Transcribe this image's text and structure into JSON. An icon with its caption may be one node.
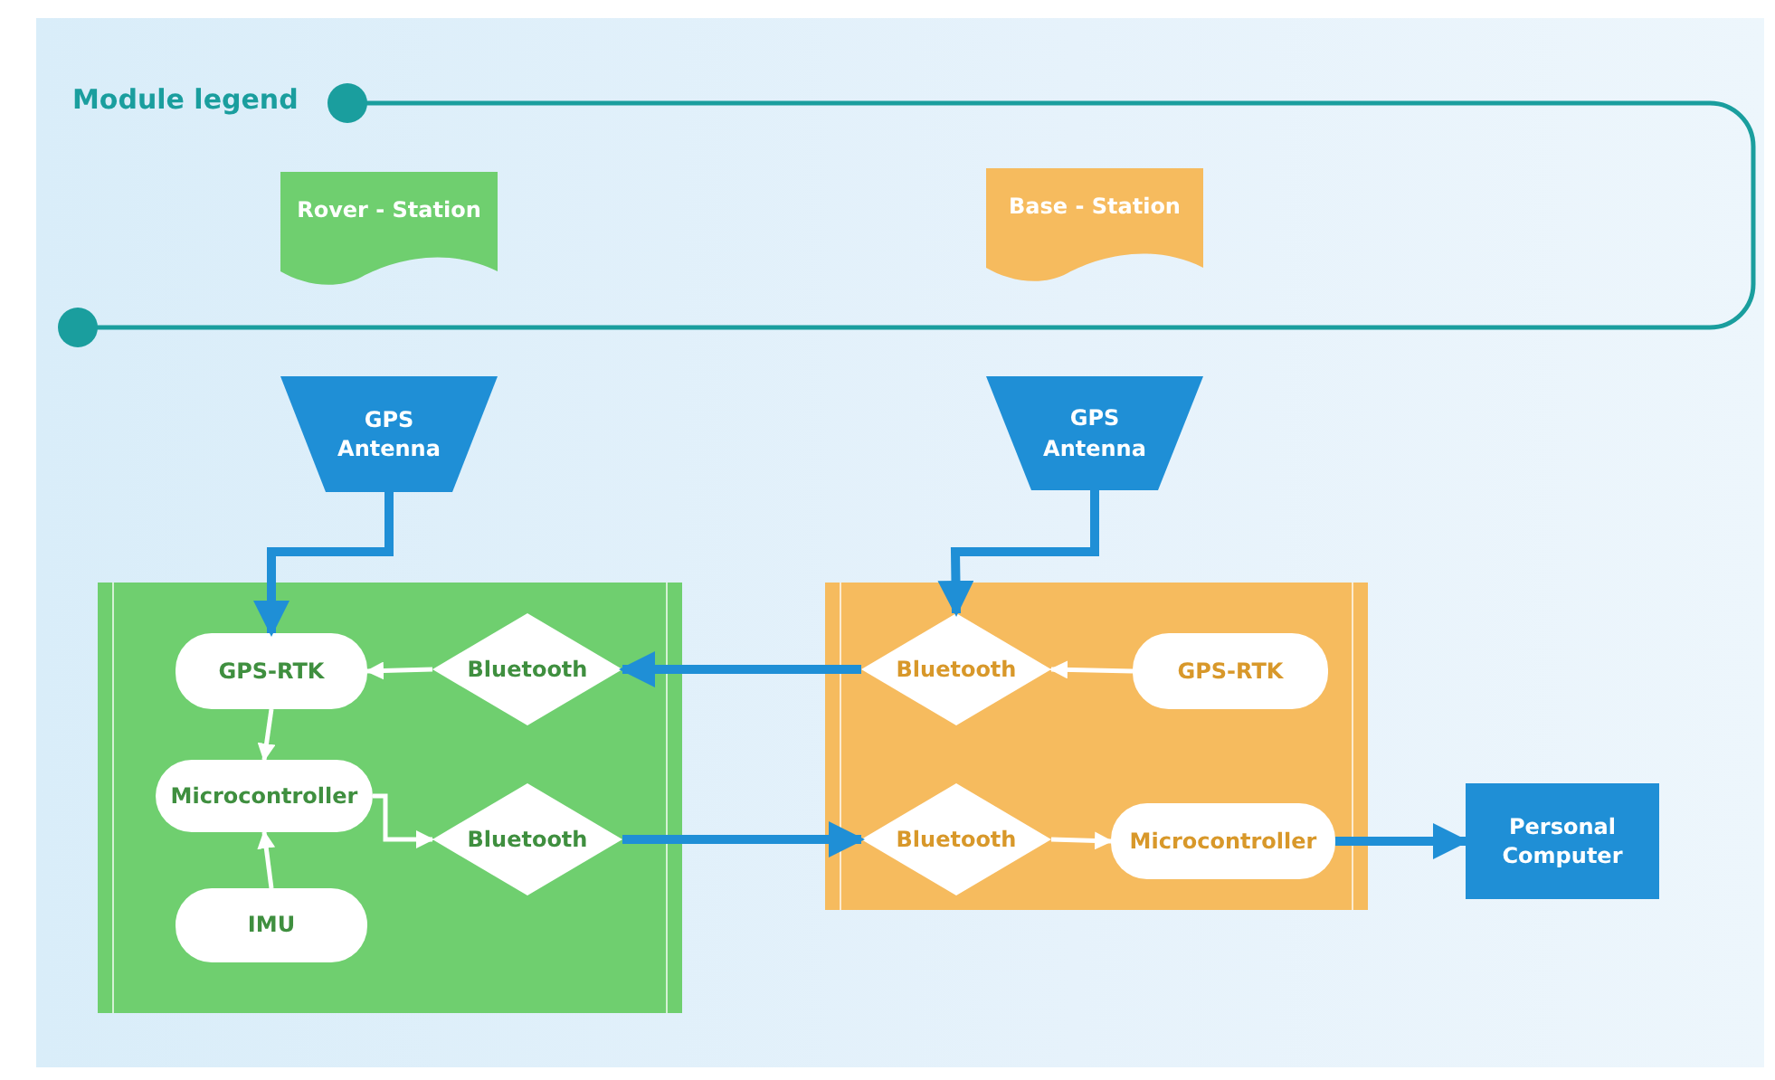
{
  "diagram": {
    "nodes": [
      {
        "text": [
          "GPS Antenna"
        ]
      },
      {
        "text": [
          "GPS Antenna"
        ]
      },
      {
        "text": [],
        "shape": "box"
      },
      {
        "text": [
          "GPS-RTK"
        ],
        "in": 2
      },
      {
        "text": [
          "Bluetooth"
        ],
        "in": 2
      },
      {
        "text": [
          "Microcontroller"
        ],
        "in": 2
      },
      {
        "text": [
          "Bluetooth"
        ],
        "in": 2
      },
      {
        "text": [
          "IMU"
        ],
        "in": 2
      },
      {
        "text": [],
        "shape": "box"
      },
      {
        "text": [
          "Bluetooth"
        ],
        "in": 8
      },
      {
        "text": [
          "GPS-RTK"
        ],
        "in": 8
      },
      {
        "text": [
          "Bluetooth"
        ],
        "in": 8
      },
      {
        "text": [
          "Microcontroller"
        ],
        "in": 8
      },
      {
        "text": [
          "Personal Computer"
        ]
      }
    ],
    "edges": [
      {
        "from": 0,
        "to": 3,
        "arrow": "to",
        "style": "thick",
        "color": "#1f8fd6"
      },
      {
        "from": 1,
        "to": 9,
        "arrow": "to",
        "style": "thick",
        "color": "#1f8fd6"
      },
      {
        "from": 9,
        "to": 4,
        "arrow": "to",
        "style": "thick",
        "color": "#1f8fd6"
      },
      {
        "from": 4,
        "to": 3,
        "arrow": "to"
      },
      {
        "from": 3,
        "to": 5,
        "arrow": "to"
      },
      {
        "from": 7,
        "to": 5,
        "arrow": "to"
      },
      {
        "from": 5,
        "to": 6,
        "arrow": "to"
      },
      {
        "from": 6,
        "to": 11,
        "arrow": "to",
        "style": "thick",
        "color": "#1f8fd6"
      },
      {
        "from": 10,
        "to": 9,
        "arrow": "to"
      },
      {
        "from": 11,
        "to": 12,
        "arrow": "to"
      },
      {
        "from": 12,
        "to": 13,
        "arrow": "to",
        "style": "thick",
        "color": "#1f8fd6"
      }
    ],
    "labels": [
      "Module legend"
    ],
    "legend": [
      {
        "text": "Rover - Station",
        "color": "#6fcf6f"
      },
      {
        "text": "Base - Station",
        "color": "#f6bb5e"
      }
    ]
  }
}
